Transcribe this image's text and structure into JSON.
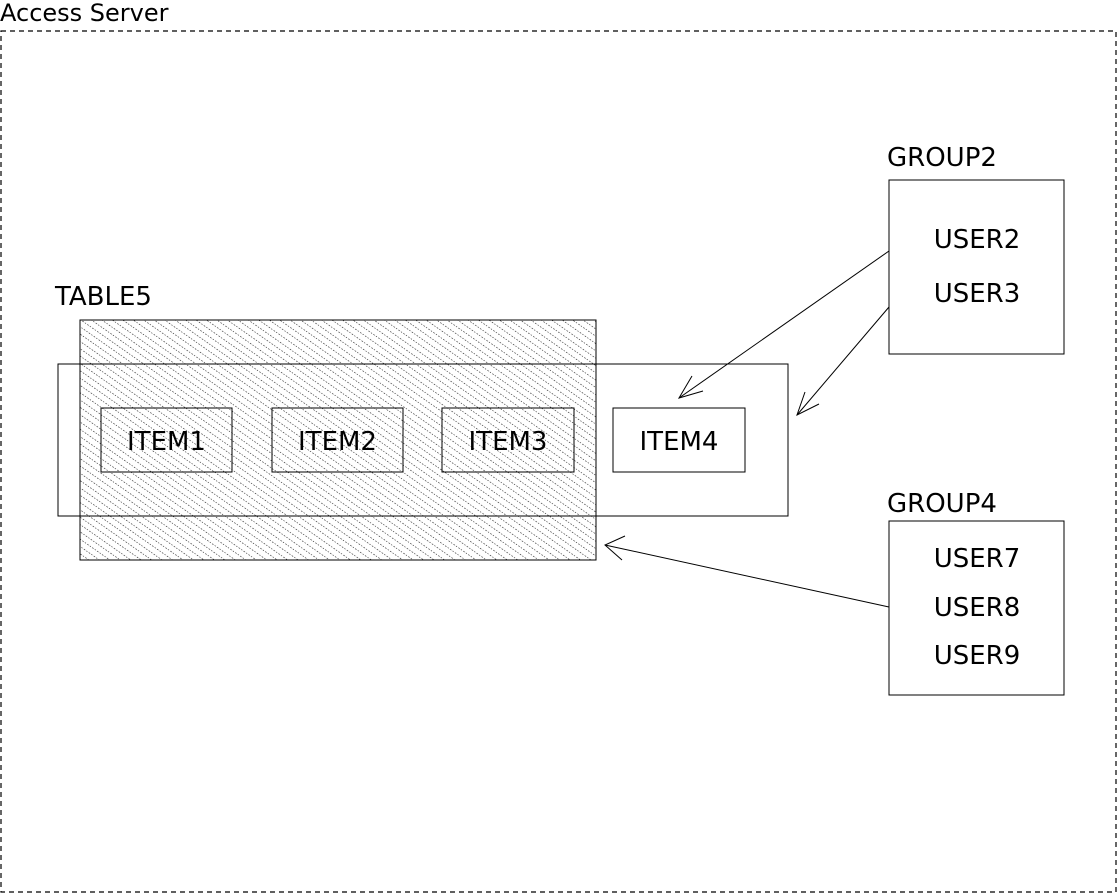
{
  "server": {
    "label": "Access Server"
  },
  "table": {
    "label": "TABLE5",
    "items": [
      "ITEM1",
      "ITEM2",
      "ITEM3",
      "ITEM4"
    ]
  },
  "groups": [
    {
      "label": "GROUP2",
      "users": [
        "USER2",
        "USER3"
      ]
    },
    {
      "label": "GROUP4",
      "users": [
        "USER7",
        "USER8",
        "USER9"
      ]
    }
  ],
  "colors": {
    "line": "#000000",
    "background": "#ffffff",
    "hatch": "#000000"
  }
}
